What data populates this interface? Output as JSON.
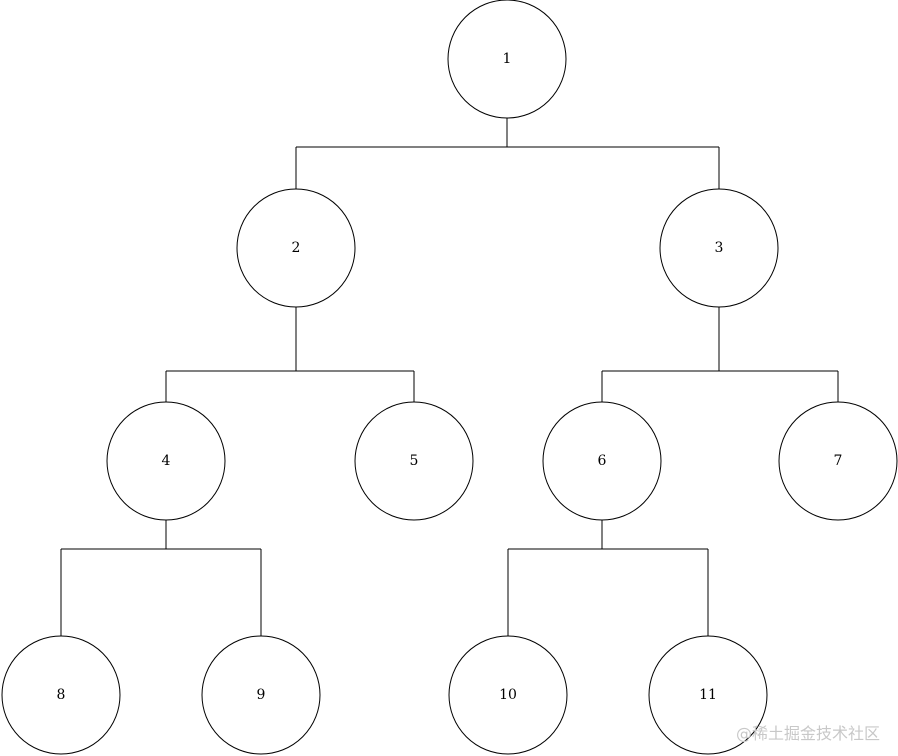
{
  "tree": {
    "nodes": [
      {
        "id": "1",
        "label": "1"
      },
      {
        "id": "2",
        "label": "2"
      },
      {
        "id": "3",
        "label": "3"
      },
      {
        "id": "4",
        "label": "4"
      },
      {
        "id": "5",
        "label": "5"
      },
      {
        "id": "6",
        "label": "6"
      },
      {
        "id": "7",
        "label": "7"
      },
      {
        "id": "8",
        "label": "8"
      },
      {
        "id": "9",
        "label": "9"
      },
      {
        "id": "10",
        "label": "10"
      },
      {
        "id": "11",
        "label": "11"
      }
    ],
    "edges": [
      {
        "from": "1",
        "to": "2"
      },
      {
        "from": "1",
        "to": "3"
      },
      {
        "from": "2",
        "to": "4"
      },
      {
        "from": "2",
        "to": "5"
      },
      {
        "from": "3",
        "to": "6"
      },
      {
        "from": "3",
        "to": "7"
      },
      {
        "from": "4",
        "to": "8"
      },
      {
        "from": "4",
        "to": "9"
      },
      {
        "from": "6",
        "to": "10"
      },
      {
        "from": "6",
        "to": "11"
      }
    ],
    "colors": {
      "stroke": "#000000",
      "fill": "#ffffff"
    }
  },
  "watermark": {
    "text": "@稀土掘金技术社区"
  }
}
